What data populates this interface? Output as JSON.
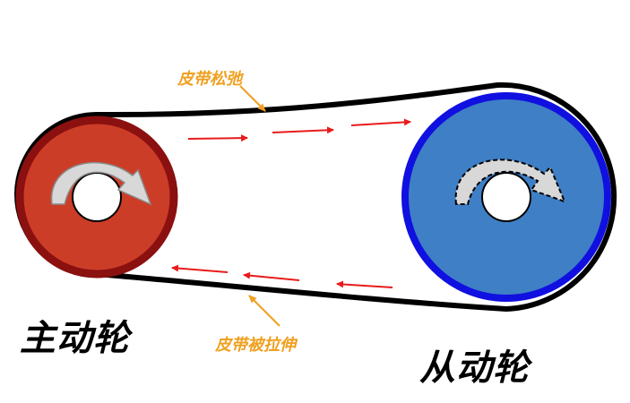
{
  "labels": {
    "loose": "皮带松弛",
    "tight": "皮带被拉伸",
    "driver": "主动轮",
    "driven": "从动轮"
  },
  "colors": {
    "driver_rim": "#8b1010",
    "driver_fill": "#cc3d28",
    "driven_rim": "#1010e0",
    "driven_fill": "#3f7fc5",
    "belt": "#000000",
    "motion_arrow": "#e81c1c",
    "annotation": "#f0a020"
  },
  "icons": {
    "driver_rotation": "clockwise-solid-arrow-icon",
    "driven_rotation": "clockwise-dashed-arrow-icon"
  }
}
